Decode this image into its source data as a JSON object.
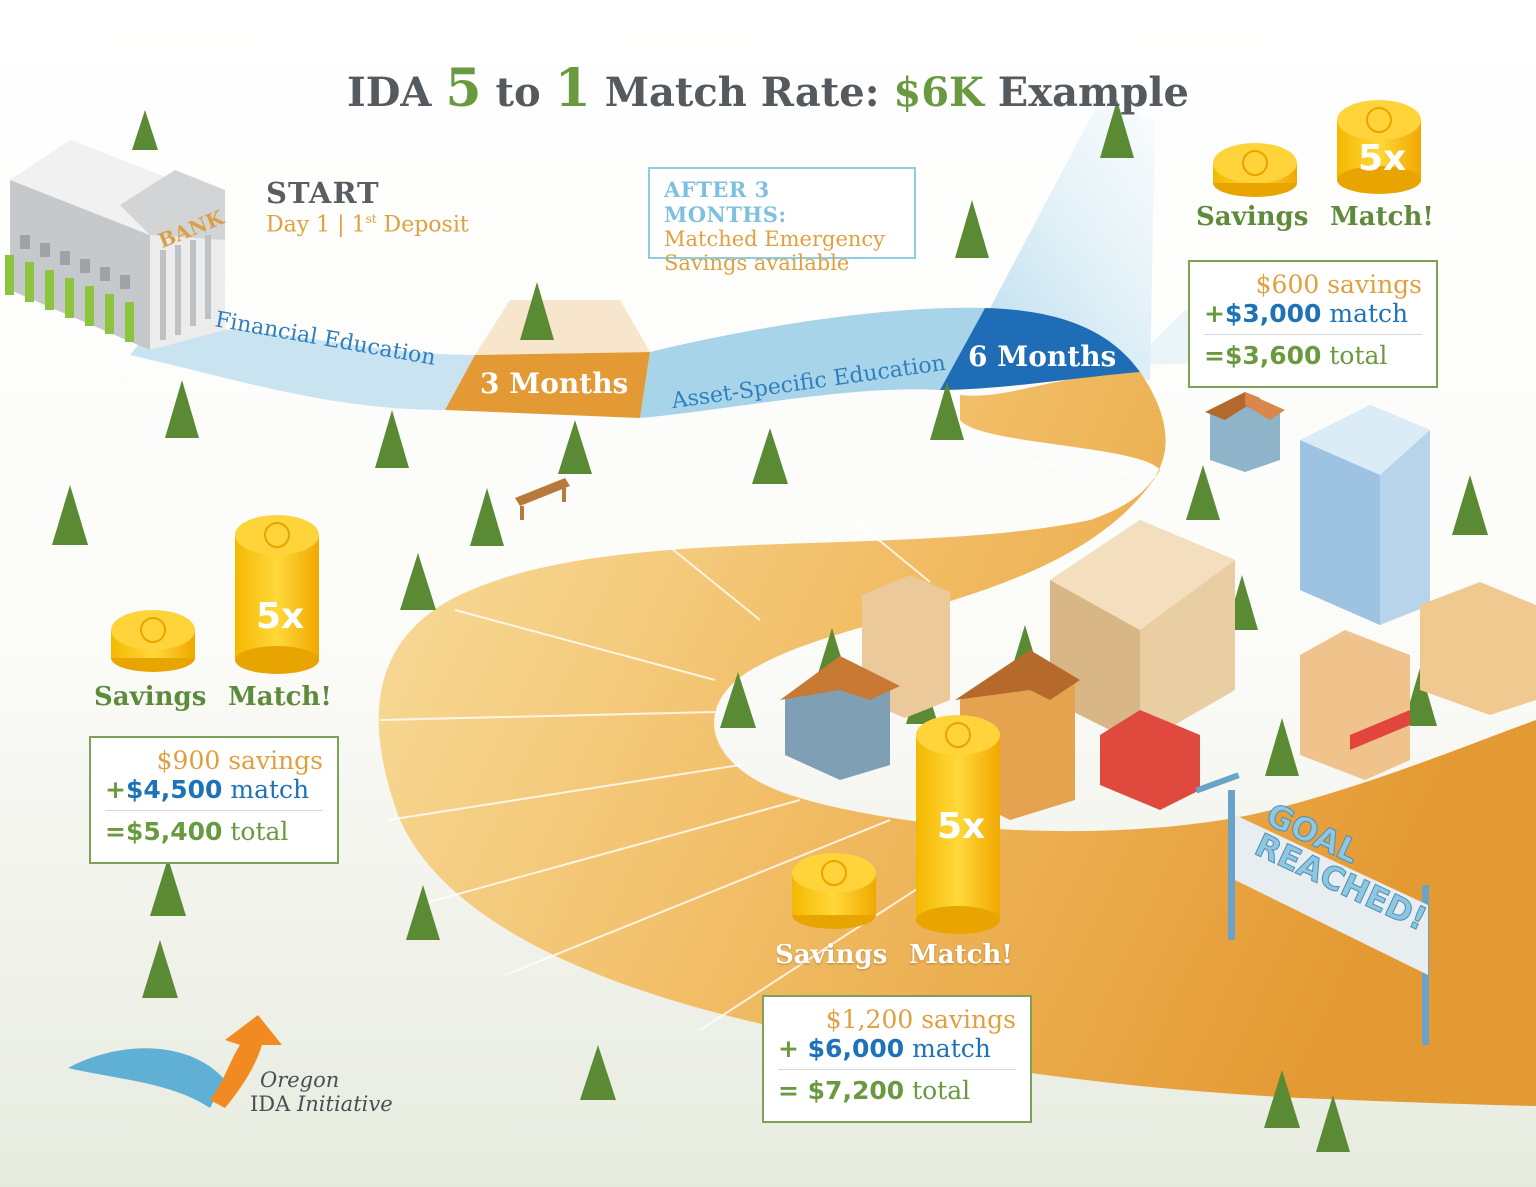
{
  "title": {
    "prefix": "IDA ",
    "num1": "5",
    "mid": " to ",
    "num2": "1",
    "rest": " Match Rate: ",
    "amount": "$6K",
    "suffix": " Example"
  },
  "start": {
    "heading": "START",
    "sub_a": "Day 1 | 1",
    "sub_sup": "st",
    "sub_b": " Deposit"
  },
  "callout": {
    "heading": "AFTER 3 MONTHS:",
    "line1": "Matched Emergency",
    "line2": "Savings available"
  },
  "path": {
    "seg_financial": "Financial Education",
    "seg_3months": "3 Months",
    "seg_asset": "Asset-Specific Education",
    "seg_6months": "6 Months"
  },
  "building_sign": "BANK",
  "goal_sign": {
    "line1": "GOAL",
    "line2": "REACHED!"
  },
  "milestones": [
    {
      "savings_label": "Savings",
      "match_label": "Match!",
      "multiplier": "5x",
      "savings": "$600 savings",
      "op_plus": "+",
      "match_amount": "$3,000",
      "match_word": " match",
      "op_eq": "=",
      "total_amount": "$3,600",
      "total_word": " total"
    },
    {
      "savings_label": "Savings",
      "match_label": "Match!",
      "multiplier": "5x",
      "savings": "$900 savings",
      "op_plus": "+",
      "match_amount": "$4,500",
      "match_word": " match",
      "op_eq": "=",
      "total_amount": "$5,400",
      "total_word": " total"
    },
    {
      "savings_label": "Savings",
      "match_label": "Match!",
      "multiplier": "5x",
      "savings": "$1,200 savings",
      "op_plus": "+ ",
      "match_amount": "$6,000",
      "match_word": " match",
      "op_eq": "= ",
      "total_amount": "$7,200",
      "total_word": " total"
    }
  ],
  "logo": {
    "line1": "Oregon",
    "line2a": "IDA ",
    "line2b": "Initiative"
  },
  "colors": {
    "gray_text": "#555a5e",
    "green": "#6a9a40",
    "orange": "#e0a040",
    "blue": "#1e73b8",
    "light_blue": "#a8d4ea",
    "road_orange": "#efb45a"
  }
}
